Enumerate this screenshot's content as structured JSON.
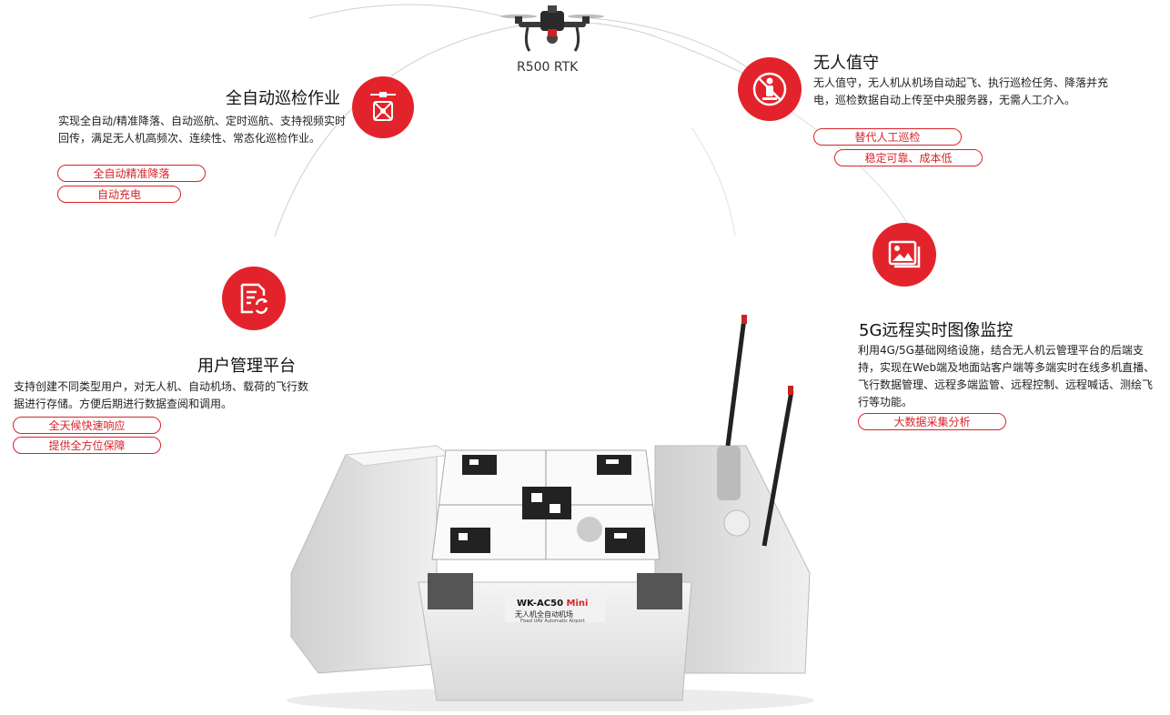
{
  "drone": {
    "label": "R500 RTK",
    "icon": "drone-icon"
  },
  "features": [
    {
      "title": "全自动巡检作业",
      "desc": "实现全自动/精准降落、自动巡航、定时巡航、支持视频实时回传，满足无人机高频次、连续性、常态化巡检作业。",
      "tags": [
        "全自动精准降落",
        "自动充电"
      ],
      "icon": "drone-icon"
    },
    {
      "title": "无人值守",
      "desc": "无人值守，无人机从机场自动起飞、执行巡检任务、降落并充电，巡检数据自动上传至中央服务器，无需人工介入。",
      "tags": [
        "替代人工巡检",
        "稳定可靠、成本低"
      ],
      "icon": "no-person-icon"
    },
    {
      "title": "用户管理平台",
      "desc": "支持创建不同类型用户，对无人机、自动机场、载荷的飞行数据进行存储。方便后期进行数据查阅和调用。",
      "tags": [
        "全天候快速响应",
        "提供全方位保障"
      ],
      "icon": "document-sync-icon"
    },
    {
      "title": "5G远程实时图像监控",
      "desc": "利用4G/5G基础网络设施，结合无人机云管理平台的后端支持，实现在Web端及地面站客户端等多端实时在线多机直播、飞行数据管理、远程多端监管、远程控制、远程喊话、测绘飞行等功能。",
      "tags": [
        "大数据采集分析"
      ],
      "icon": "image-icon"
    }
  ],
  "product": {
    "model": "WK-AC50",
    "model_suffix": "Mini",
    "name_cn": "无人机全自动机场",
    "name_en": "Fixed UAV Automatic Airport"
  },
  "colors": {
    "accent": "#e3232b"
  }
}
